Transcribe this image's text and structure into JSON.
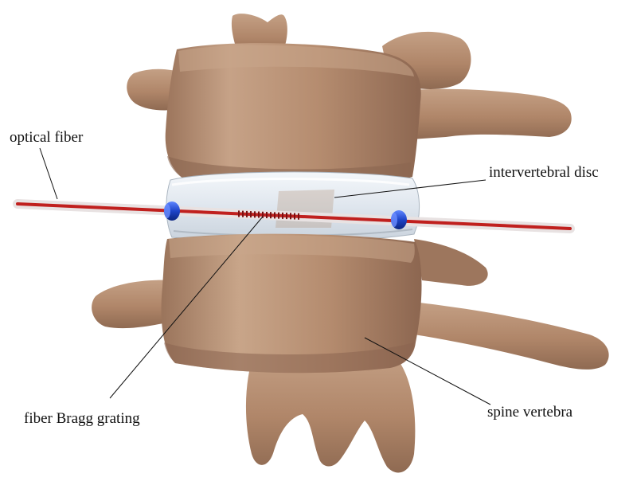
{
  "labels": {
    "optical_fiber": "optical fiber",
    "intervertebral_disc": "intervertebral disc",
    "fiber_bragg_grating": "fiber Bragg grating",
    "spine_vertebra": "spine vertebra"
  },
  "colors": {
    "bone": "#b0876a",
    "bone_dark": "#8a6550",
    "bone_light": "#c9a488",
    "disc": "#e6ecf2",
    "fiber_core": "#c0201e",
    "fiber_sheath": "#e9e3e3",
    "connector": "#1e44c8",
    "leader_line": "#111111"
  }
}
